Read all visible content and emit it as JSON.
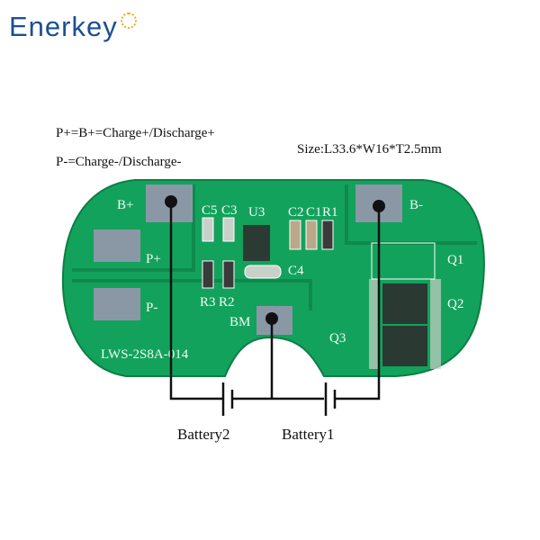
{
  "logo": {
    "text": "Enerkey"
  },
  "notes": {
    "p_plus": "P+=B+=Charge+/Discharge+",
    "p_minus": "P-=Charge-/Discharge-",
    "size": "Size:L33.6*W16*T2.5mm"
  },
  "board": {
    "model": "LWS-2S8A-014",
    "pads": {
      "b_plus": "B+",
      "b_minus": "B-",
      "p_plus": "P+",
      "p_minus": "P-",
      "bm": "BM"
    },
    "components": [
      "C5",
      "C3",
      "U3",
      "C2",
      "C1",
      "R1",
      "C4",
      "R3",
      "R2",
      "Q1",
      "Q2",
      "Q3"
    ]
  },
  "batteries": {
    "battery2": "Battery2",
    "battery1": "Battery1"
  },
  "colors": {
    "pcb": "#12a05a",
    "pad": "#8a98a6",
    "logo": "#1d4f91",
    "logo_accent": "#f2a91d"
  }
}
